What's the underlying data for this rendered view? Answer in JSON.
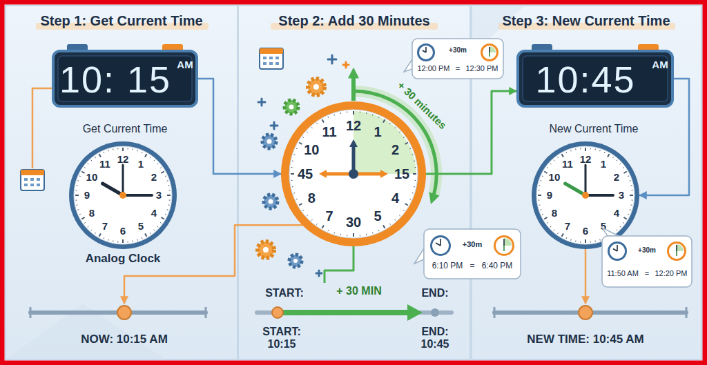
{
  "diagram": {
    "nodes": [
      {
        "text": [
          "Step 1: Get Current Time"
        ]
      },
      {
        "text": [
          "10: 15",
          "AM",
          "Get Current Time"
        ],
        "in": 0
      },
      {
        "text": [
          "12",
          "1",
          "2",
          "3",
          "4",
          "5",
          "6",
          "7",
          "8",
          "9",
          "10",
          "11",
          "Analog Clock"
        ],
        "in": 0
      },
      {
        "text": [
          "NOW: 10:15 AM"
        ],
        "in": 0
      },
      {
        "text": [
          "Step 2: Add 30 Minutes"
        ]
      },
      {
        "text": [
          "12",
          "1",
          "2",
          "15",
          "4",
          "5",
          "30",
          "7",
          "8",
          "45",
          "10",
          "11",
          "+ 30 minutes"
        ],
        "in": 4
      },
      {
        "text": [
          "+30m",
          "12:00 PM",
          "=",
          "12:30 PM"
        ],
        "in": 4
      },
      {
        "text": [
          "+30m",
          "6:10 PM",
          "=",
          "6:40 PM"
        ],
        "in": 4
      },
      {
        "text": [
          "START:",
          "+ 30 MIN",
          "END:",
          "START: 10:15",
          "END: 10:45"
        ],
        "in": 4
      },
      {
        "text": [
          "Step 3: New Current Time"
        ]
      },
      {
        "text": [
          "10:45",
          "AM",
          "New Current Time"
        ],
        "in": 9
      },
      {
        "text": [
          "12",
          "1",
          "2",
          "3",
          "4",
          "5",
          "6",
          "7",
          "8",
          "9",
          "10",
          "11"
        ],
        "in": 9
      },
      {
        "text": [
          "+30m",
          "11:50 AM",
          "=",
          "12:20 PM"
        ],
        "in": 9
      },
      {
        "text": [
          "NEW TIME: 10:45 AM"
        ],
        "in": 9
      }
    ],
    "edges": [
      {
        "from": 1,
        "to": 5,
        "arrow": "to"
      },
      {
        "from": 5,
        "to": 3,
        "arrow": "to"
      },
      {
        "from": 5,
        "to": 10,
        "arrow": "to"
      },
      {
        "from": 10,
        "to": 11,
        "arrow": "to"
      },
      {
        "from": 11,
        "to": 13,
        "arrow": "to"
      },
      {
        "from": 5,
        "to": 8,
        "arrow": "none"
      }
    ]
  }
}
